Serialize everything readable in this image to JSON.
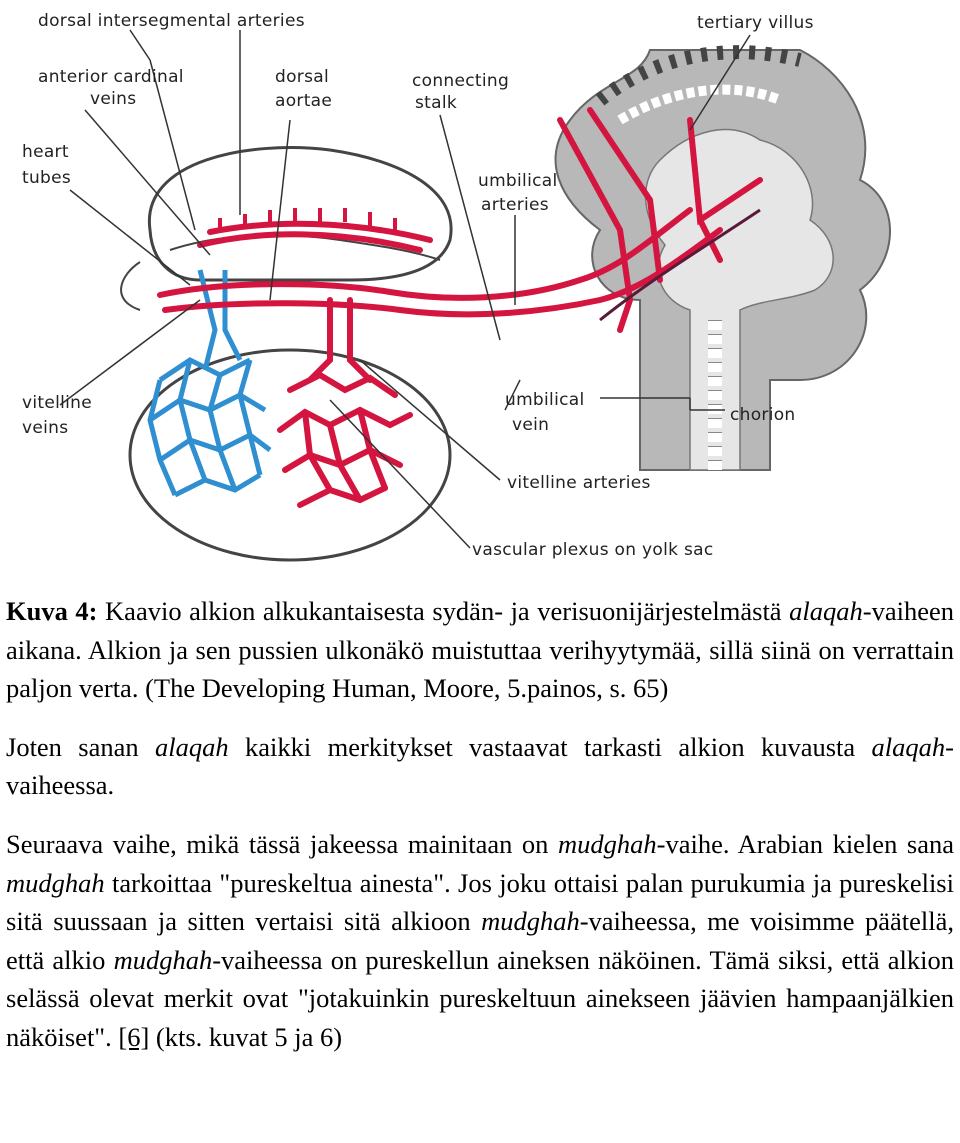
{
  "figure": {
    "labels": {
      "dorsal_intersegmental_arteries": "dorsal intersegmental arteries",
      "anterior_cardinal_veins_1": "anterior cardinal",
      "anterior_cardinal_veins_2": "veins",
      "dorsal_aortae_1": "dorsal",
      "dorsal_aortae_2": "aortae",
      "connecting_stalk_1": "connecting",
      "connecting_stalk_2": "stalk",
      "tertiary_villus": "tertiary villus",
      "heart_tubes_1": "heart",
      "heart_tubes_2": "tubes",
      "umbilical_arteries_1": "umbilical",
      "umbilical_arteries_2": "arteries",
      "vitelline_veins_1": "vitelline",
      "vitelline_veins_2": "veins",
      "umbilical_vein_1": "umbilical",
      "umbilical_vein_2": "vein",
      "chorion": "chorion",
      "vitelline_arteries": "vitelline arteries",
      "vascular_plexus": "vascular plexus on yolk sac"
    },
    "colors": {
      "artery": "#d4153f",
      "vein": "#2f8fd0",
      "tissue": "#b8b8b8",
      "dark": "#555555"
    }
  },
  "caption": {
    "label": "Kuva 4:",
    "t1": " Kaavio alkion alkukantaisesta sydän- ja verisuonijärjestelmästä ",
    "i1": "alaqah",
    "t2": "-vaiheen aikana. Alkion ja sen pussien ulkonäkö muistuttaa verihyytymää, sillä siinä on verrattain paljon verta. (The Developing Human, Moore, 5.painos, s. 65)"
  },
  "para1": {
    "t1": "Joten sanan ",
    "i1": "alaqah",
    "t2": " kaikki merkitykset vastaavat tarkasti alkion kuvausta ",
    "i2": "alaqah",
    "t3": "-vaiheessa."
  },
  "para2": {
    "t1": "Seuraava vaihe, mikä tässä jakeessa mainitaan on ",
    "i1": "mudghah",
    "t2": "-vaihe. Arabian kielen sana ",
    "i2": "mudghah",
    "t3": " tarkoittaa \"pureskeltua ainesta\". Jos joku ottaisi palan purukumia ja pureskelisi sitä suussaan ja sitten vertaisi sitä alkioon ",
    "i3": "mudghah",
    "t4": "-vaiheessa, me voisimme päätellä, että alkio ",
    "i4": "mudghah",
    "t5": "-vaiheessa on pureskellun aineksen näköinen. Tämä siksi, että alkion selässä olevat merkit ovat \"jotakuinkin pureskeltuun ainekseen jäävien hampaanjälkien näköiset\". ",
    "ref": "[6]",
    "t6": " (kts. kuvat 5 ja 6)"
  }
}
